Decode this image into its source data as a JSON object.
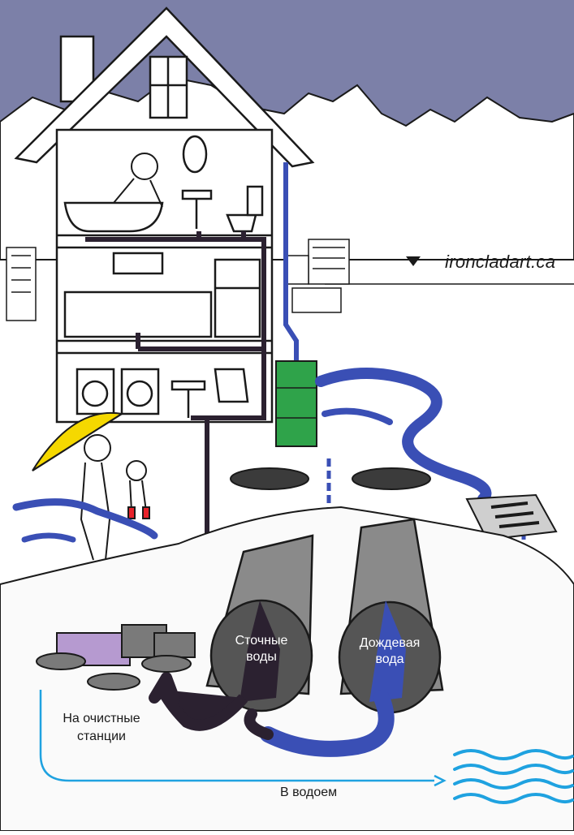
{
  "credit": "ironcladart.ca",
  "labels": {
    "sewage": "Сточные\nводы",
    "rain": "Дождевая\nвода",
    "treatment": "На очистные\nстанции",
    "waterbody": "В водоем"
  },
  "colors": {
    "sky": "#7c80a8",
    "sewage": "#2b2130",
    "rain": "#3a4fb5",
    "umbrella": "#f5d800",
    "barrel": "#2fa34a",
    "water_arrow": "#1fa2e0",
    "pipe": "#8a8a8a"
  }
}
